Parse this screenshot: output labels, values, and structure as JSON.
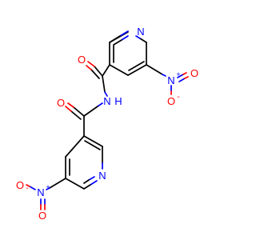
{
  "molecule": {
    "atoms": {
      "n_ring_top": "N",
      "o_carbonyl_top": "O",
      "n_amide": "N",
      "h_amide": "H",
      "o_carbonyl_bottom": "O",
      "n_nitro_top": "N",
      "n_nitro_top_charge": "+",
      "o_nitro_top_minus": "O",
      "o_nitro_top_minus_charge": "-",
      "o_nitro_top_double": "O",
      "n_nitro_bottom": "N",
      "n_nitro_bottom_charge": "+",
      "o_nitro_bottom_minus": "O",
      "o_nitro_bottom_minus_charge": "-",
      "o_nitro_bottom_double": "O",
      "n_ring_bottom": "N"
    },
    "colors": {
      "carbon": "#000000",
      "nitrogen": "#0000FF",
      "oxygen": "#FF0000",
      "background": "#FFFFFF"
    }
  }
}
